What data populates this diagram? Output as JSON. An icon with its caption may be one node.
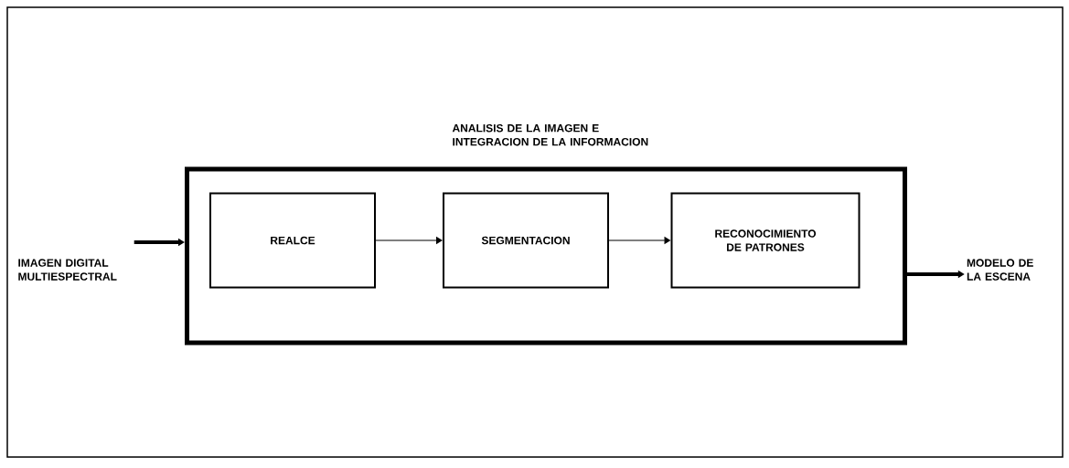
{
  "diagram": {
    "nodes": [
      {
        "text": [
          "ANALISIS DE LA IMAGEN E INTEGRACION DE LA INFORMACION"
        ]
      },
      {
        "text": [
          "REALCE"
        ],
        "in": 0
      },
      {
        "text": [
          "SEGMENTACION"
        ],
        "in": 0
      },
      {
        "text": [
          "RECONOCIMIENTO DE PATRONES"
        ],
        "in": 0
      },
      {
        "text": [
          "IMAGEN DIGITAL MULTIESPECTRAL"
        ]
      },
      {
        "text": [
          "MODELO DE LA ESCENA"
        ]
      }
    ],
    "edges": [
      {
        "from": 4,
        "to": 0,
        "arrow": "to",
        "style": "thick"
      },
      {
        "from": 1,
        "to": 2,
        "arrow": "to"
      },
      {
        "from": 2,
        "to": 3,
        "arrow": "to"
      },
      {
        "from": 0,
        "to": 5,
        "arrow": "to",
        "style": "thick"
      }
    ]
  }
}
